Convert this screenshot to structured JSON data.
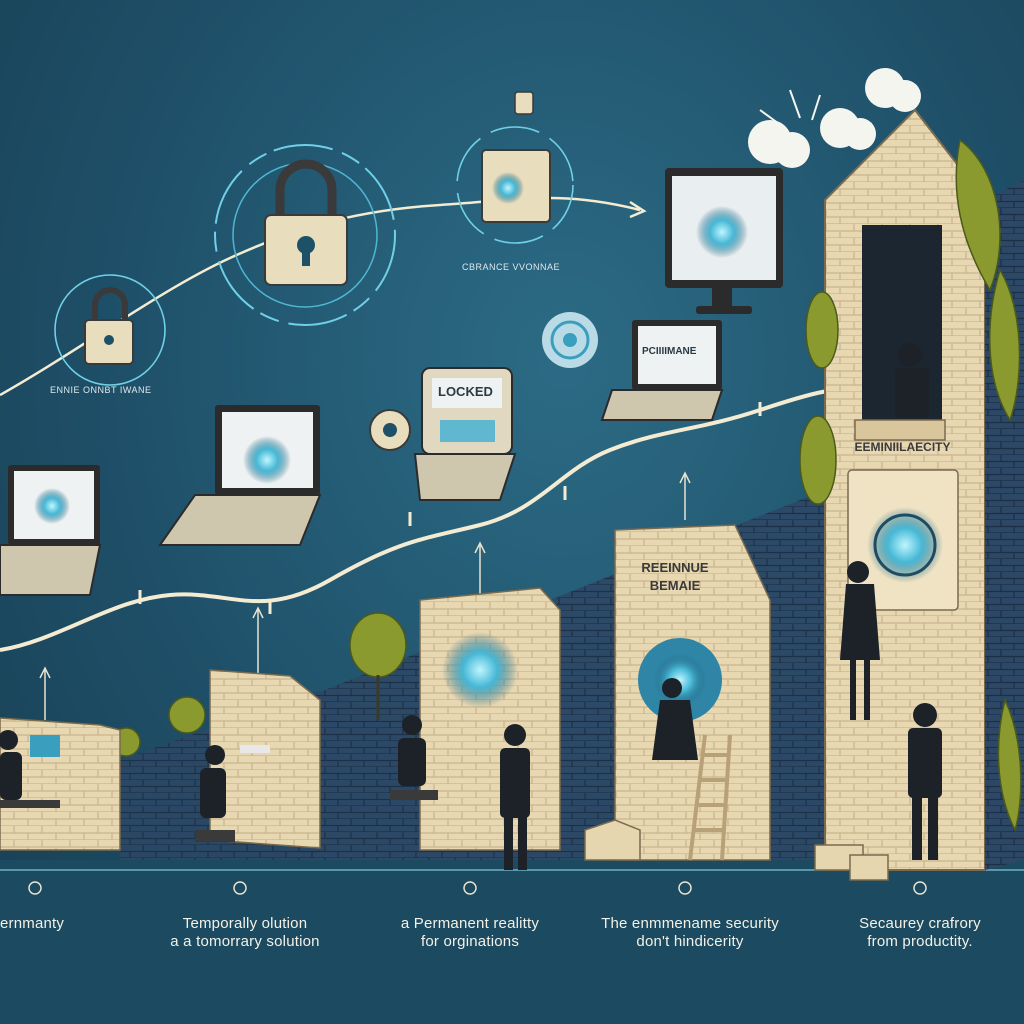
{
  "icon_labels": {
    "top_center": "CBRANCE VVONNAE",
    "left_lock": "ENNIE ONNBT IWANE"
  },
  "screens": {
    "locked_screen": "LOCKED",
    "laptop_screen": "PCIIIIMANE"
  },
  "signs": {
    "tower_sign": "EEMINIILAECITY",
    "wall_sign_line1": "REEINNUE",
    "wall_sign_line2": "BEMAIE"
  },
  "captions": [
    {
      "line1": "ernmanty",
      "line2": ""
    },
    {
      "line1": "Temporally olution",
      "line2": "a a tomorrary solution"
    },
    {
      "line1": "a Permanent realitty",
      "line2": "for orginations"
    },
    {
      "line1": "The enmmename security",
      "line2": "don't hindicerity"
    },
    {
      "line1": "Secaurey crafrory",
      "line2": "from productity."
    }
  ],
  "colors": {
    "background": "#1f5069",
    "brick": "#e6d6b0",
    "dark_brick": "#2e4a66",
    "glow": "#5fd0e6",
    "foliage": "#8a9a2e",
    "path": "#f4ecd2"
  }
}
